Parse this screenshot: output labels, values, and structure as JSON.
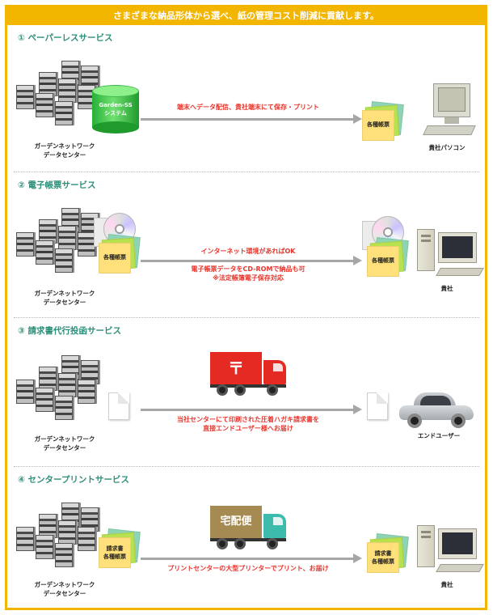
{
  "banner": "さまざまな納品形体から選べ、紙の管理コスト削減に貢献します。",
  "sections": [
    {
      "title": "① ペーパーレスサービス",
      "source_label_1": "ガーデンネットワーク",
      "source_label_2": "データセンター",
      "db_label_1": "Garden-SS",
      "db_label_2": "システム",
      "arrow_text": "端末へデータ配信、貴社端末にて保存・プリント",
      "docs_label": "各種帳票",
      "target_label": "貴社パソコン"
    },
    {
      "title": "② 電子帳票サービス",
      "source_label_1": "ガーデンネットワーク",
      "source_label_2": "データセンター",
      "docs_label": "各種帳票",
      "arrow_text_1": "インターネット環境があればOK",
      "arrow_text_2": "電子帳票データをCD-ROMで納品も可",
      "arrow_text_3": "※法定帳簿電子保存対応",
      "target_label": "貴社"
    },
    {
      "title": "③ 請求書代行投函サービス",
      "source_label_1": "ガーデンネットワーク",
      "source_label_2": "データセンター",
      "truck_mark": "〒",
      "arrow_text_1": "当社センターにて印刷された圧着ハガキ請求書を",
      "arrow_text_2": "直接エンドユーザー様へお届け",
      "target_label": "エンドユーザー"
    },
    {
      "title": "④ センタープリントサービス",
      "source_label_1": "ガーデンネットワーク",
      "source_label_2": "データセンター",
      "docs_label_1": "請求書",
      "docs_label_2": "各種帳票",
      "truck_mark": "宅配便",
      "arrow_text": "プリントセンターの大型プリンターでプリント、お届け",
      "target_label": "貴社"
    }
  ],
  "colors": {
    "frame": "#f2b600",
    "title": "#2c8f7a",
    "accent_text": "#e8352d",
    "arrow": "#a6a6a6"
  },
  "icons": [
    "server-rack-icon",
    "database-cylinder-icon",
    "document-stack-icon",
    "cd-rom-icon",
    "computer-icon",
    "post-truck-icon",
    "delivery-truck-icon",
    "car-icon",
    "sheet-icon"
  ]
}
